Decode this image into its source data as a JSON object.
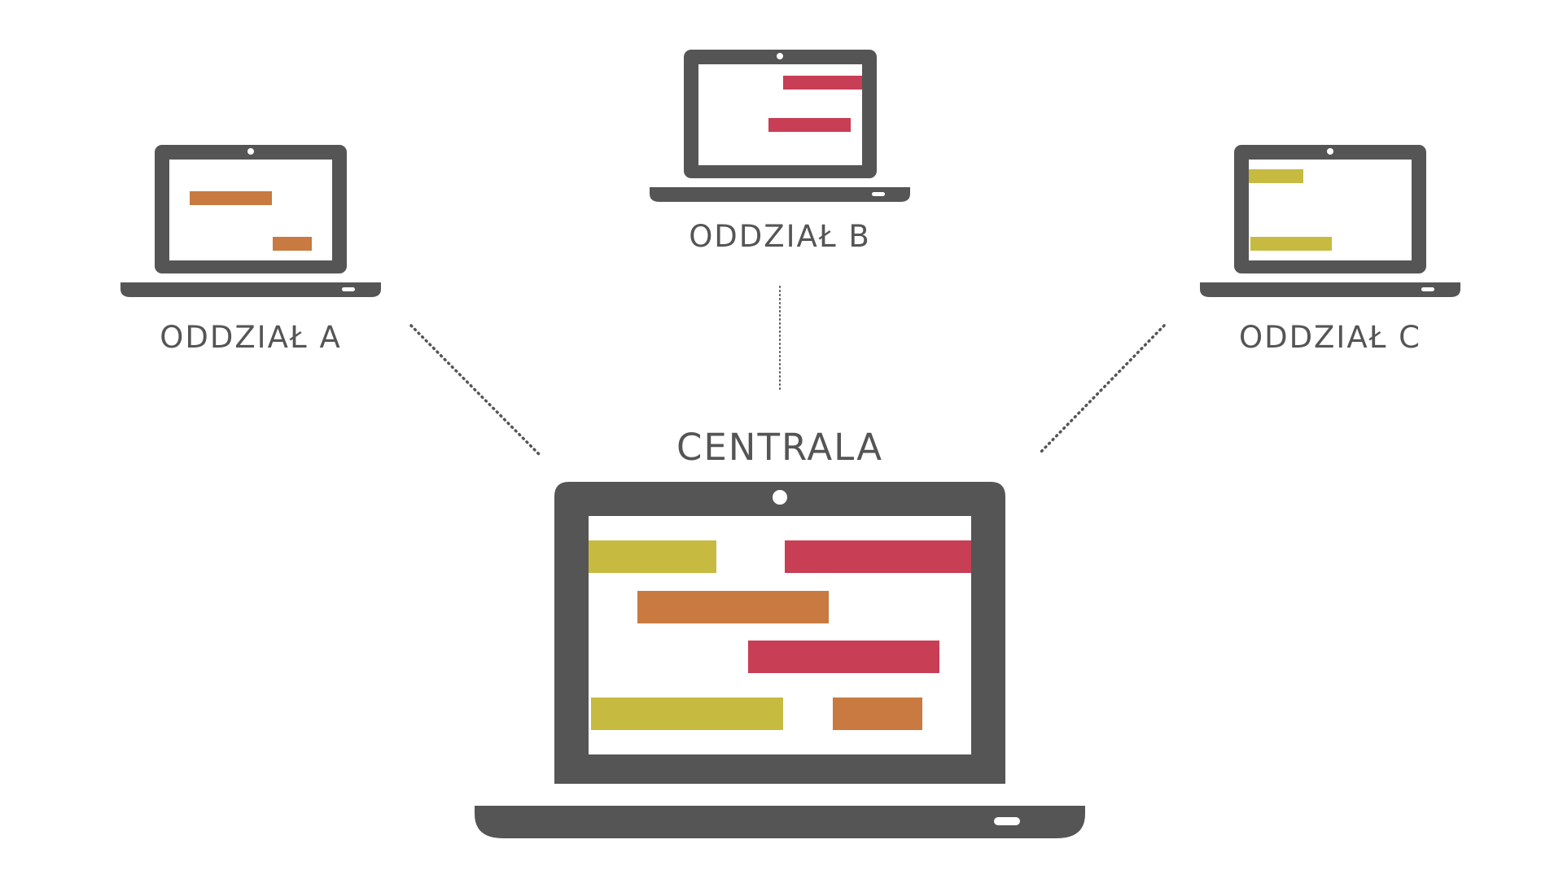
{
  "colors": {
    "device": "#555555",
    "screen": "#ffffff",
    "camera": "#ffffff",
    "orange": "#c87a40",
    "red": "#c73e55",
    "yellow": "#c6bb40"
  },
  "icons": {
    "laptop": "laptop-icon"
  },
  "nodes": {
    "branch_a": {
      "label": "ODDZIAŁ A"
    },
    "branch_b": {
      "label": "ODDZIAŁ B"
    },
    "branch_c": {
      "label": "ODDZIAŁ C"
    },
    "central": {
      "label": "CENTRALA"
    }
  }
}
